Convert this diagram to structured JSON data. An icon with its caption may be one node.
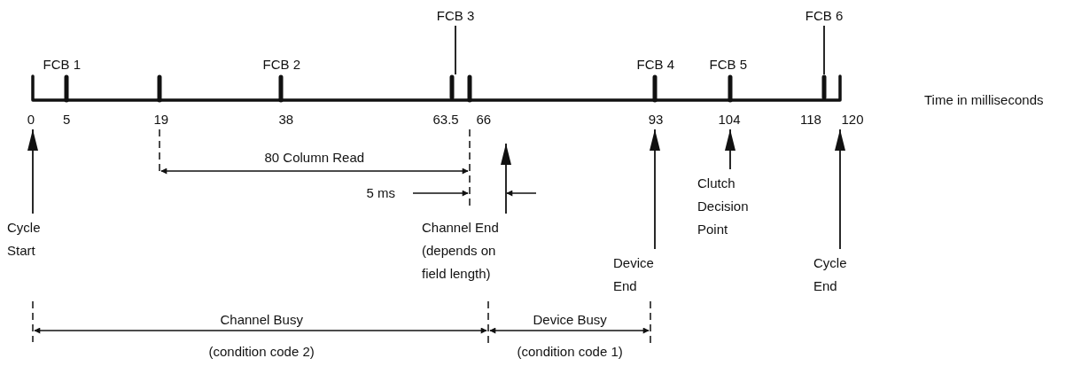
{
  "diagram": {
    "nodes": [
      {
        "text": [
          "FCB 3"
        ]
      },
      {
        "text": [
          "FCB 6"
        ]
      },
      {
        "text": [
          "Cycle Start"
        ]
      },
      {
        "text": [
          "Channel End (depends on field length)"
        ]
      },
      {
        "text": [
          "Device End"
        ]
      },
      {
        "text": [
          "Clutch Decision Point"
        ]
      },
      {
        "text": [
          "Cycle End"
        ]
      },
      {
        "text": [
          "0"
        ]
      },
      {
        "text": [
          "93"
        ]
      },
      {
        "text": [
          "104"
        ]
      },
      {
        "text": [
          "120"
        ]
      },
      {
        "text": [],
        "shape": "bar"
      },
      {
        "text": [],
        "shape": "bar"
      }
    ],
    "edges": [
      {
        "from": 0,
        "to": 11,
        "arrow": "none"
      },
      {
        "from": 1,
        "to": 12,
        "arrow": "none"
      },
      {
        "from": 2,
        "to": 7,
        "arrow": "to"
      },
      {
        "from": 3,
        "to": null,
        "arrow": "to"
      },
      {
        "from": 4,
        "to": 8,
        "arrow": "to"
      },
      {
        "from": 5,
        "to": 9,
        "arrow": "to"
      },
      {
        "from": 6,
        "to": 10,
        "arrow": "to"
      }
    ],
    "labels": [
      "FCB 1",
      "FCB 2",
      "FCB 4",
      "FCB 5",
      "5",
      "19",
      "38",
      "63.5",
      "66",
      "118",
      "Time in milliseconds",
      "80 Column Read",
      "5 ms",
      "Channel Busy",
      "(condition code 2)",
      "Device Busy",
      "(condition code 1)"
    ]
  }
}
